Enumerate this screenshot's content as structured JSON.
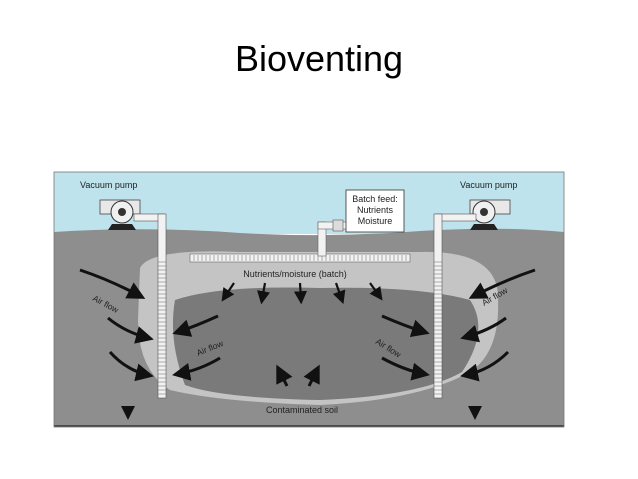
{
  "slide": {
    "title": "Bioventing"
  },
  "diagram": {
    "labels": {
      "vacuum_pump_left": "Vacuum pump",
      "vacuum_pump_right": "Vacuum pump",
      "batch_feed_line1": "Batch feed:",
      "batch_feed_line2": "Nutrients",
      "batch_feed_line3": "Moisture",
      "nutrients_moisture": "Nutrients/moisture (batch)",
      "air_flow_left_outer": "Air flow",
      "air_flow_left_inner": "Air flow",
      "air_flow_right_inner": "Air flow",
      "air_flow_right_outer": "Air flow",
      "contaminated_soil": "Contaminated soil"
    },
    "colors": {
      "sky": "#bfe3ec",
      "soil": "#8e8e8e",
      "plume": "#c4c4c4",
      "contaminated_core": "#777777",
      "pipe": "#f2f2f2",
      "arrow": "#111111"
    }
  }
}
